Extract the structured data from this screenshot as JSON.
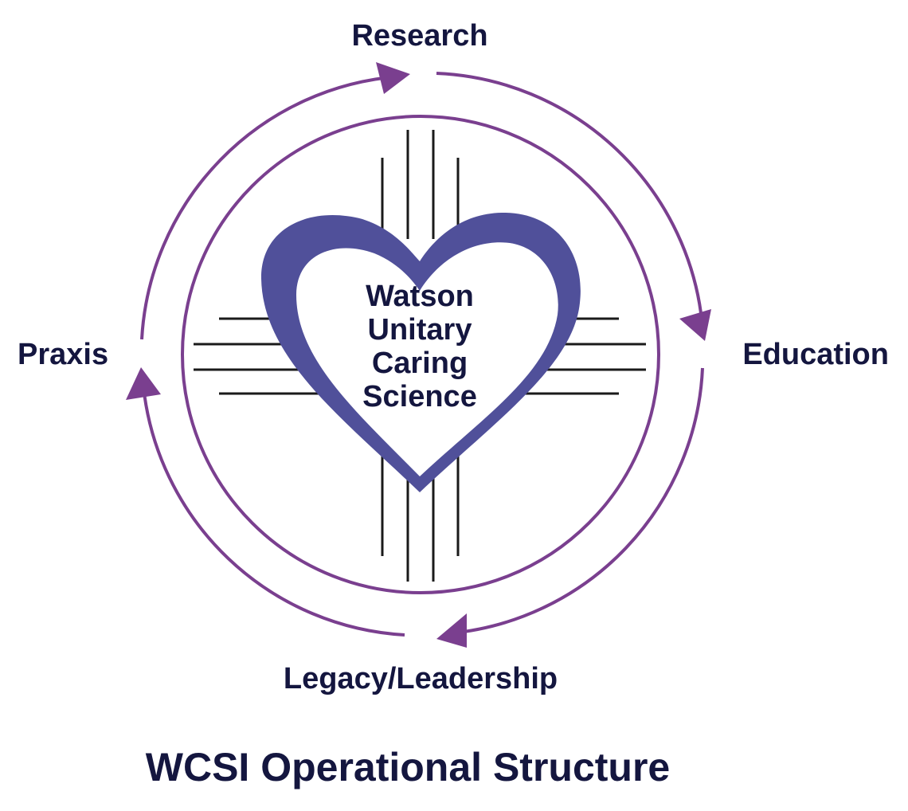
{
  "labels": {
    "top": "Research",
    "right": "Education",
    "bottom": "Legacy/Leadership",
    "left": "Praxis"
  },
  "center": {
    "line1": "Watson",
    "line2": "Unitary",
    "line3": "Caring",
    "line4": "Science"
  },
  "caption": "WCSI Operational Structure",
  "colors": {
    "text": "#14163f",
    "cycle_arrows": "#7a3f8f",
    "inner_circle": "#7a3f8f",
    "heart": "#50509a",
    "sun_lines": "#1a1a1a",
    "background": "#ffffff"
  },
  "icons": {
    "center_symbol": "heart-icon",
    "background_symbol": "zia-sun-symbol"
  }
}
